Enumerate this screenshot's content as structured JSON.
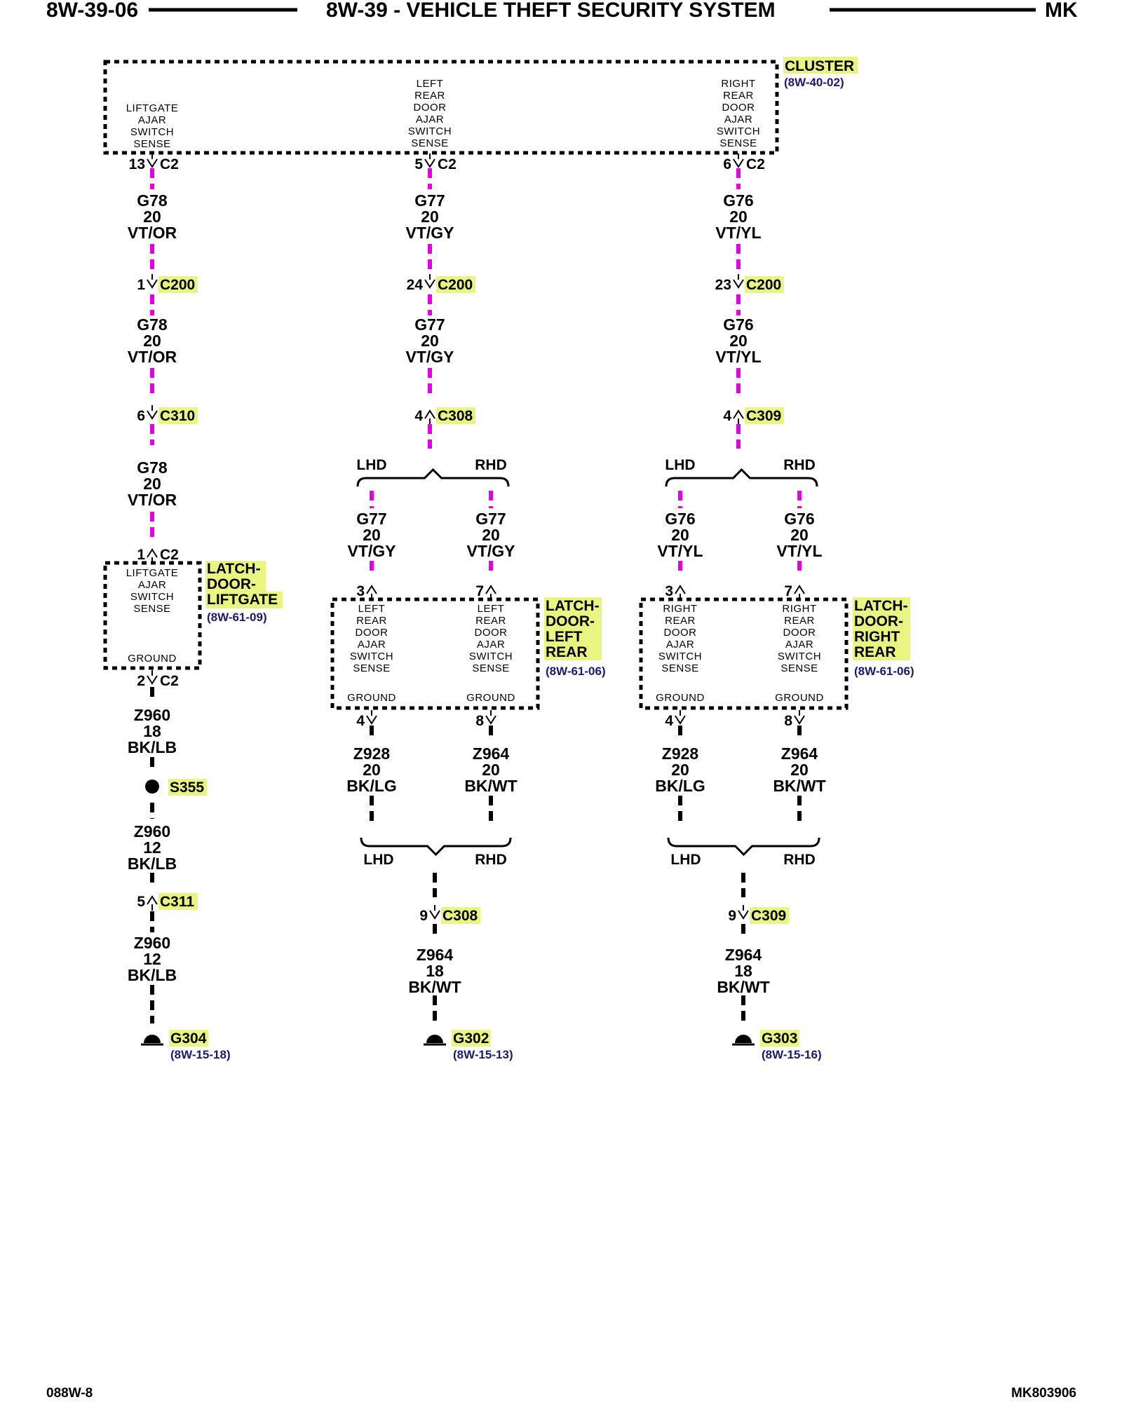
{
  "header": {
    "left": "8W-39-06",
    "title": "8W-39 - VEHICLE THEFT SECURITY SYSTEM",
    "right": "MK"
  },
  "footer": {
    "left": "088W-8",
    "right": "MK803906"
  },
  "colors": {
    "highlight": "#e8f580",
    "violet": "#e400e4",
    "black": "#000000",
    "ref_text": "#1a1a70"
  },
  "components": {
    "cluster": {
      "name": "CLUSTER",
      "ref": "(8W-40-02)",
      "pins": [
        {
          "lines": [
            "LIFTGATE",
            "AJAR",
            "SWITCH",
            "SENSE"
          ]
        },
        {
          "lines": [
            "LEFT",
            "REAR",
            "DOOR",
            "AJAR",
            "SWITCH",
            "SENSE"
          ]
        },
        {
          "lines": [
            "RIGHT",
            "REAR",
            "DOOR",
            "AJAR",
            "SWITCH",
            "SENSE"
          ]
        }
      ]
    },
    "latch_liftgate": {
      "name": [
        "LATCH-",
        "DOOR-",
        "LIFTGATE"
      ],
      "ref": "(8W-61-09)",
      "pin_label": [
        "LIFTGATE",
        "AJAR",
        "SWITCH",
        "SENSE"
      ],
      "ground_label": "GROUND"
    },
    "latch_left_rear": {
      "name": [
        "LATCH-",
        "DOOR-",
        "LEFT",
        "REAR"
      ],
      "ref": "(8W-61-06)",
      "pin_labels": [
        [
          "LEFT",
          "REAR",
          "DOOR",
          "AJAR",
          "SWITCH",
          "SENSE"
        ],
        [
          "LEFT",
          "REAR",
          "DOOR",
          "AJAR",
          "SWITCH",
          "SENSE"
        ]
      ],
      "ground_labels": [
        "GROUND",
        "GROUND"
      ]
    },
    "latch_right_rear": {
      "name": [
        "LATCH-",
        "DOOR-",
        "RIGHT",
        "REAR"
      ],
      "ref": "(8W-61-06)",
      "pin_labels": [
        [
          "RIGHT",
          "REAR",
          "DOOR",
          "AJAR",
          "SWITCH",
          "SENSE"
        ],
        [
          "RIGHT",
          "REAR",
          "DOOR",
          "AJAR",
          "SWITCH",
          "SENSE"
        ]
      ],
      "ground_labels": [
        "GROUND",
        "GROUND"
      ]
    }
  },
  "connectors": {
    "c1_cluster": {
      "pin": "13",
      "name": "C2"
    },
    "c1_c200": {
      "pin": "1",
      "name": "C200"
    },
    "c1_c310": {
      "pin": "6",
      "name": "C310"
    },
    "c1_latch_in": {
      "pin": "1",
      "name": "C2"
    },
    "c1_latch_out": {
      "pin": "2",
      "name": "C2"
    },
    "c1_c311": {
      "pin": "5",
      "name": "C311"
    },
    "c2_cluster": {
      "pin": "5",
      "name": "C2"
    },
    "c2_c200": {
      "pin": "24",
      "name": "C200"
    },
    "c2_c308": {
      "pin": "4",
      "name": "C308"
    },
    "c2_latch_in_l": {
      "pin": "3"
    },
    "c2_latch_in_r": {
      "pin": "7"
    },
    "c2_latch_out_l": {
      "pin": "4"
    },
    "c2_latch_out_r": {
      "pin": "8"
    },
    "c2_c308_gnd": {
      "pin": "9",
      "name": "C308"
    },
    "c3_cluster": {
      "pin": "6",
      "name": "C2"
    },
    "c3_c200": {
      "pin": "23",
      "name": "C200"
    },
    "c3_c309": {
      "pin": "4",
      "name": "C309"
    },
    "c3_latch_in_l": {
      "pin": "3"
    },
    "c3_latch_in_r": {
      "pin": "7"
    },
    "c3_latch_out_l": {
      "pin": "4"
    },
    "c3_latch_out_r": {
      "pin": "8"
    },
    "c3_c309_gnd": {
      "pin": "9",
      "name": "C309"
    }
  },
  "wires": {
    "c1_w1": [
      "G78",
      "20",
      "VT/OR"
    ],
    "c1_w2": [
      "G78",
      "20",
      "VT/OR"
    ],
    "c1_w3": [
      "G78",
      "20",
      "VT/OR"
    ],
    "c1_w4": [
      "Z960",
      "18",
      "BK/LB"
    ],
    "c1_w5": [
      "Z960",
      "12",
      "BK/LB"
    ],
    "c1_w6": [
      "Z960",
      "12",
      "BK/LB"
    ],
    "c2_w1": [
      "G77",
      "20",
      "VT/GY"
    ],
    "c2_w2": [
      "G77",
      "20",
      "VT/GY"
    ],
    "c2_wl": [
      "G77",
      "20",
      "VT/GY"
    ],
    "c2_wr": [
      "G77",
      "20",
      "VT/GY"
    ],
    "c2_gl": [
      "Z928",
      "20",
      "BK/LG"
    ],
    "c2_gr": [
      "Z964",
      "20",
      "BK/WT"
    ],
    "c2_g": [
      "Z964",
      "18",
      "BK/WT"
    ],
    "c3_w1": [
      "G76",
      "20",
      "VT/YL"
    ],
    "c3_w2": [
      "G76",
      "20",
      "VT/YL"
    ],
    "c3_wl": [
      "G76",
      "20",
      "VT/YL"
    ],
    "c3_wr": [
      "G76",
      "20",
      "VT/YL"
    ],
    "c3_gl": [
      "Z928",
      "20",
      "BK/LG"
    ],
    "c3_gr": [
      "Z964",
      "20",
      "BK/WT"
    ],
    "c3_g": [
      "Z964",
      "18",
      "BK/WT"
    ]
  },
  "options": {
    "lhd": "LHD",
    "rhd": "RHD"
  },
  "splices": {
    "s355": "S355"
  },
  "grounds": {
    "g304": {
      "name": "G304",
      "ref": "(8W-15-18)"
    },
    "g302": {
      "name": "G302",
      "ref": "(8W-15-13)"
    },
    "g303": {
      "name": "G303",
      "ref": "(8W-15-16)"
    }
  }
}
